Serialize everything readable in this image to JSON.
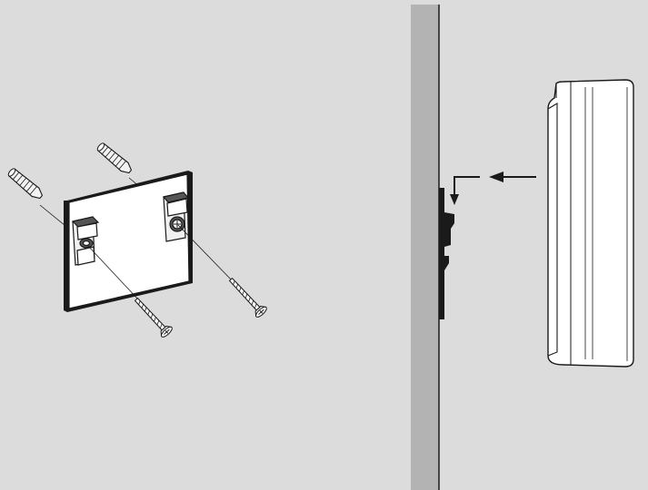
{
  "figure": {
    "panels": [
      "mounting-plate-installation",
      "device-hanging-onto-wall-plate"
    ],
    "colors": {
      "background": "#dcdcdc",
      "wall": "#b3b3b3",
      "plate": "#ffffff",
      "outline": "#1a1a1a",
      "plate_edge": "#1a1a1a"
    },
    "icons": {
      "wall_plugs": "wall-plug-icon",
      "screws": "screw-icon",
      "arrows": "arrow-icon"
    },
    "counts": {
      "wall_plugs": 2,
      "screws": 2,
      "clips": 2
    }
  }
}
